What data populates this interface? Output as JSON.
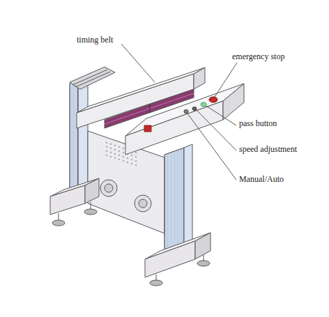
{
  "diagram": {
    "labels": [
      "timing belt",
      "emergency stop",
      "pass button",
      "speed adjustment",
      "Manual/Auto"
    ]
  }
}
